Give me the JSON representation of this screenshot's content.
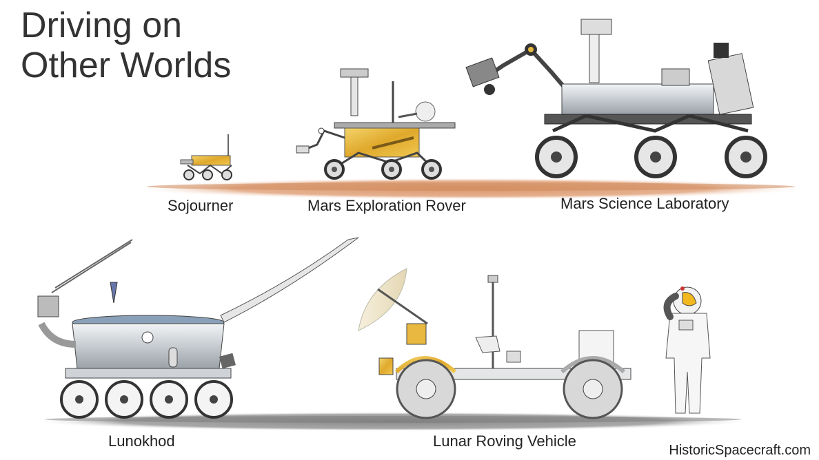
{
  "title": {
    "line1": "Driving on",
    "line2": "Other Worlds"
  },
  "mars_row": {
    "ground_color": "#d9956a",
    "rovers": [
      {
        "label": "Sojourner"
      },
      {
        "label": "Mars Exploration Rover"
      },
      {
        "label": "Mars Science Laboratory"
      }
    ]
  },
  "moon_row": {
    "ground_color": "#8a8a8a",
    "vehicles": [
      {
        "label": "Lunokhod"
      },
      {
        "label": "Lunar Roving Vehicle"
      }
    ],
    "figure": "astronaut"
  },
  "credit": "HistoricSpacecraft.com",
  "colors": {
    "gold_foil": "#e8b840",
    "metal": "#c8cdd2",
    "wheel": "#333333"
  }
}
